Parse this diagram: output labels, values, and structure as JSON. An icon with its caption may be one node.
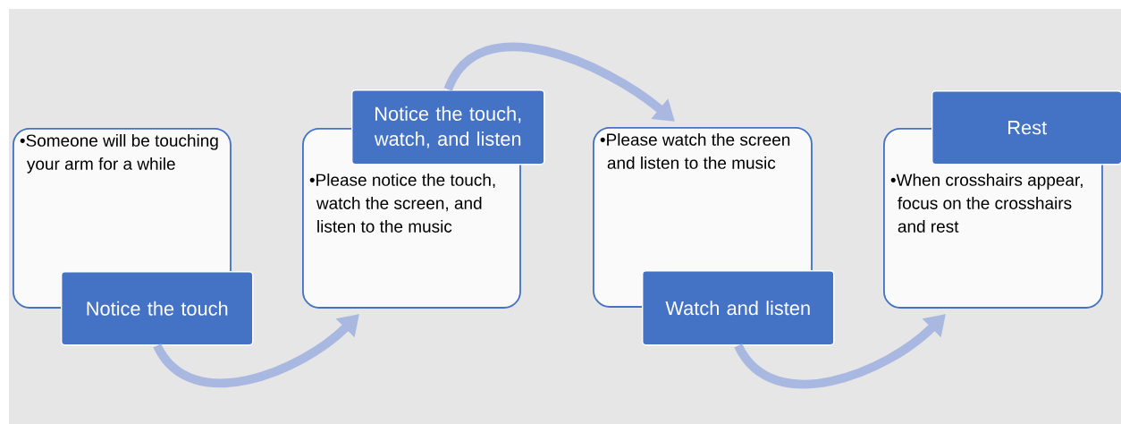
{
  "diagram": {
    "nodes": [
      {
        "text": [
          "•Someone will be touching your arm for a while"
        ]
      },
      {
        "text": [
          "Notice the touch"
        ]
      },
      {
        "text": [
          "Notice the touch, watch, and listen"
        ]
      },
      {
        "text": [
          "•Please notice the touch, watch the screen, and listen to the music"
        ]
      },
      {
        "text": [
          "•Please watch the screen and listen to the music"
        ]
      },
      {
        "text": [
          "Watch and listen"
        ]
      },
      {
        "text": [
          "Rest"
        ]
      },
      {
        "text": [
          "•When crosshairs appear, focus on the crosshairs and rest"
        ]
      }
    ],
    "edges": [
      {
        "from": 1,
        "to": 3,
        "arrow": "to"
      },
      {
        "from": 2,
        "to": 4,
        "arrow": "to"
      },
      {
        "from": 5,
        "to": 7,
        "arrow": "to"
      }
    ]
  }
}
